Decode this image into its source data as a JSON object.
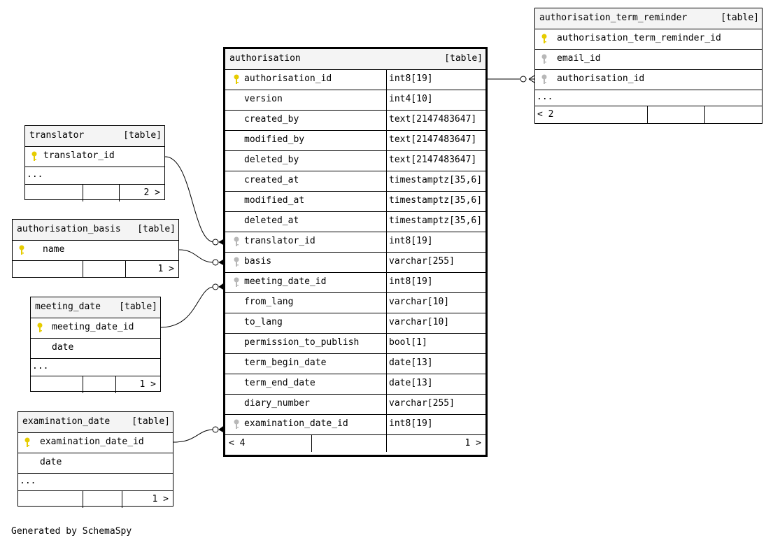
{
  "footer_text": "Generated by SchemaSpy",
  "colors": {
    "primary_key": "#e6cc00",
    "foreign_key": "#b8b8b8",
    "header_bg": "#f4f4f4"
  },
  "main": {
    "name": "authorisation",
    "type": "[table]",
    "columns": [
      {
        "name": "authorisation_id",
        "type": "int8[19]",
        "key": "primary"
      },
      {
        "name": "version",
        "type": "int4[10]",
        "key": ""
      },
      {
        "name": "created_by",
        "type": "text[2147483647]",
        "key": ""
      },
      {
        "name": "modified_by",
        "type": "text[2147483647]",
        "key": ""
      },
      {
        "name": "deleted_by",
        "type": "text[2147483647]",
        "key": ""
      },
      {
        "name": "created_at",
        "type": "timestamptz[35,6]",
        "key": ""
      },
      {
        "name": "modified_at",
        "type": "timestamptz[35,6]",
        "key": ""
      },
      {
        "name": "deleted_at",
        "type": "timestamptz[35,6]",
        "key": ""
      },
      {
        "name": "translator_id",
        "type": "int8[19]",
        "key": "foreign"
      },
      {
        "name": "basis",
        "type": "varchar[255]",
        "key": "foreign"
      },
      {
        "name": "meeting_date_id",
        "type": "int8[19]",
        "key": "foreign"
      },
      {
        "name": "from_lang",
        "type": "varchar[10]",
        "key": ""
      },
      {
        "name": "to_lang",
        "type": "varchar[10]",
        "key": ""
      },
      {
        "name": "permission_to_publish",
        "type": "bool[1]",
        "key": ""
      },
      {
        "name": "term_begin_date",
        "type": "date[13]",
        "key": ""
      },
      {
        "name": "term_end_date",
        "type": "date[13]",
        "key": ""
      },
      {
        "name": "diary_number",
        "type": "varchar[255]",
        "key": ""
      },
      {
        "name": "examination_date_id",
        "type": "int8[19]",
        "key": "foreign"
      }
    ],
    "footer_left": "< 4",
    "footer_right": "1 >"
  },
  "reminder": {
    "name": "authorisation_term_reminder",
    "type": "[table]",
    "columns": [
      "authorisation_term_reminder_id",
      "email_id",
      "authorisation_id"
    ],
    "ellipsis": "...",
    "footer_left": "< 2"
  },
  "translator": {
    "name": "translator",
    "type": "[table]",
    "columns": [
      "translator_id"
    ],
    "ellipsis": "...",
    "footer_right": "2 >"
  },
  "basis": {
    "name": "authorisation_basis",
    "type": "[table]",
    "columns": [
      "name"
    ],
    "footer_right": "1 >"
  },
  "meeting": {
    "name": "meeting_date",
    "type": "[table]",
    "columns": [
      "meeting_date_id",
      "date"
    ],
    "ellipsis": "...",
    "footer_right": "1 >"
  },
  "exam": {
    "name": "examination_date",
    "type": "[table]",
    "columns": [
      "examination_date_id",
      "date"
    ],
    "ellipsis": "...",
    "footer_right": "1 >"
  }
}
